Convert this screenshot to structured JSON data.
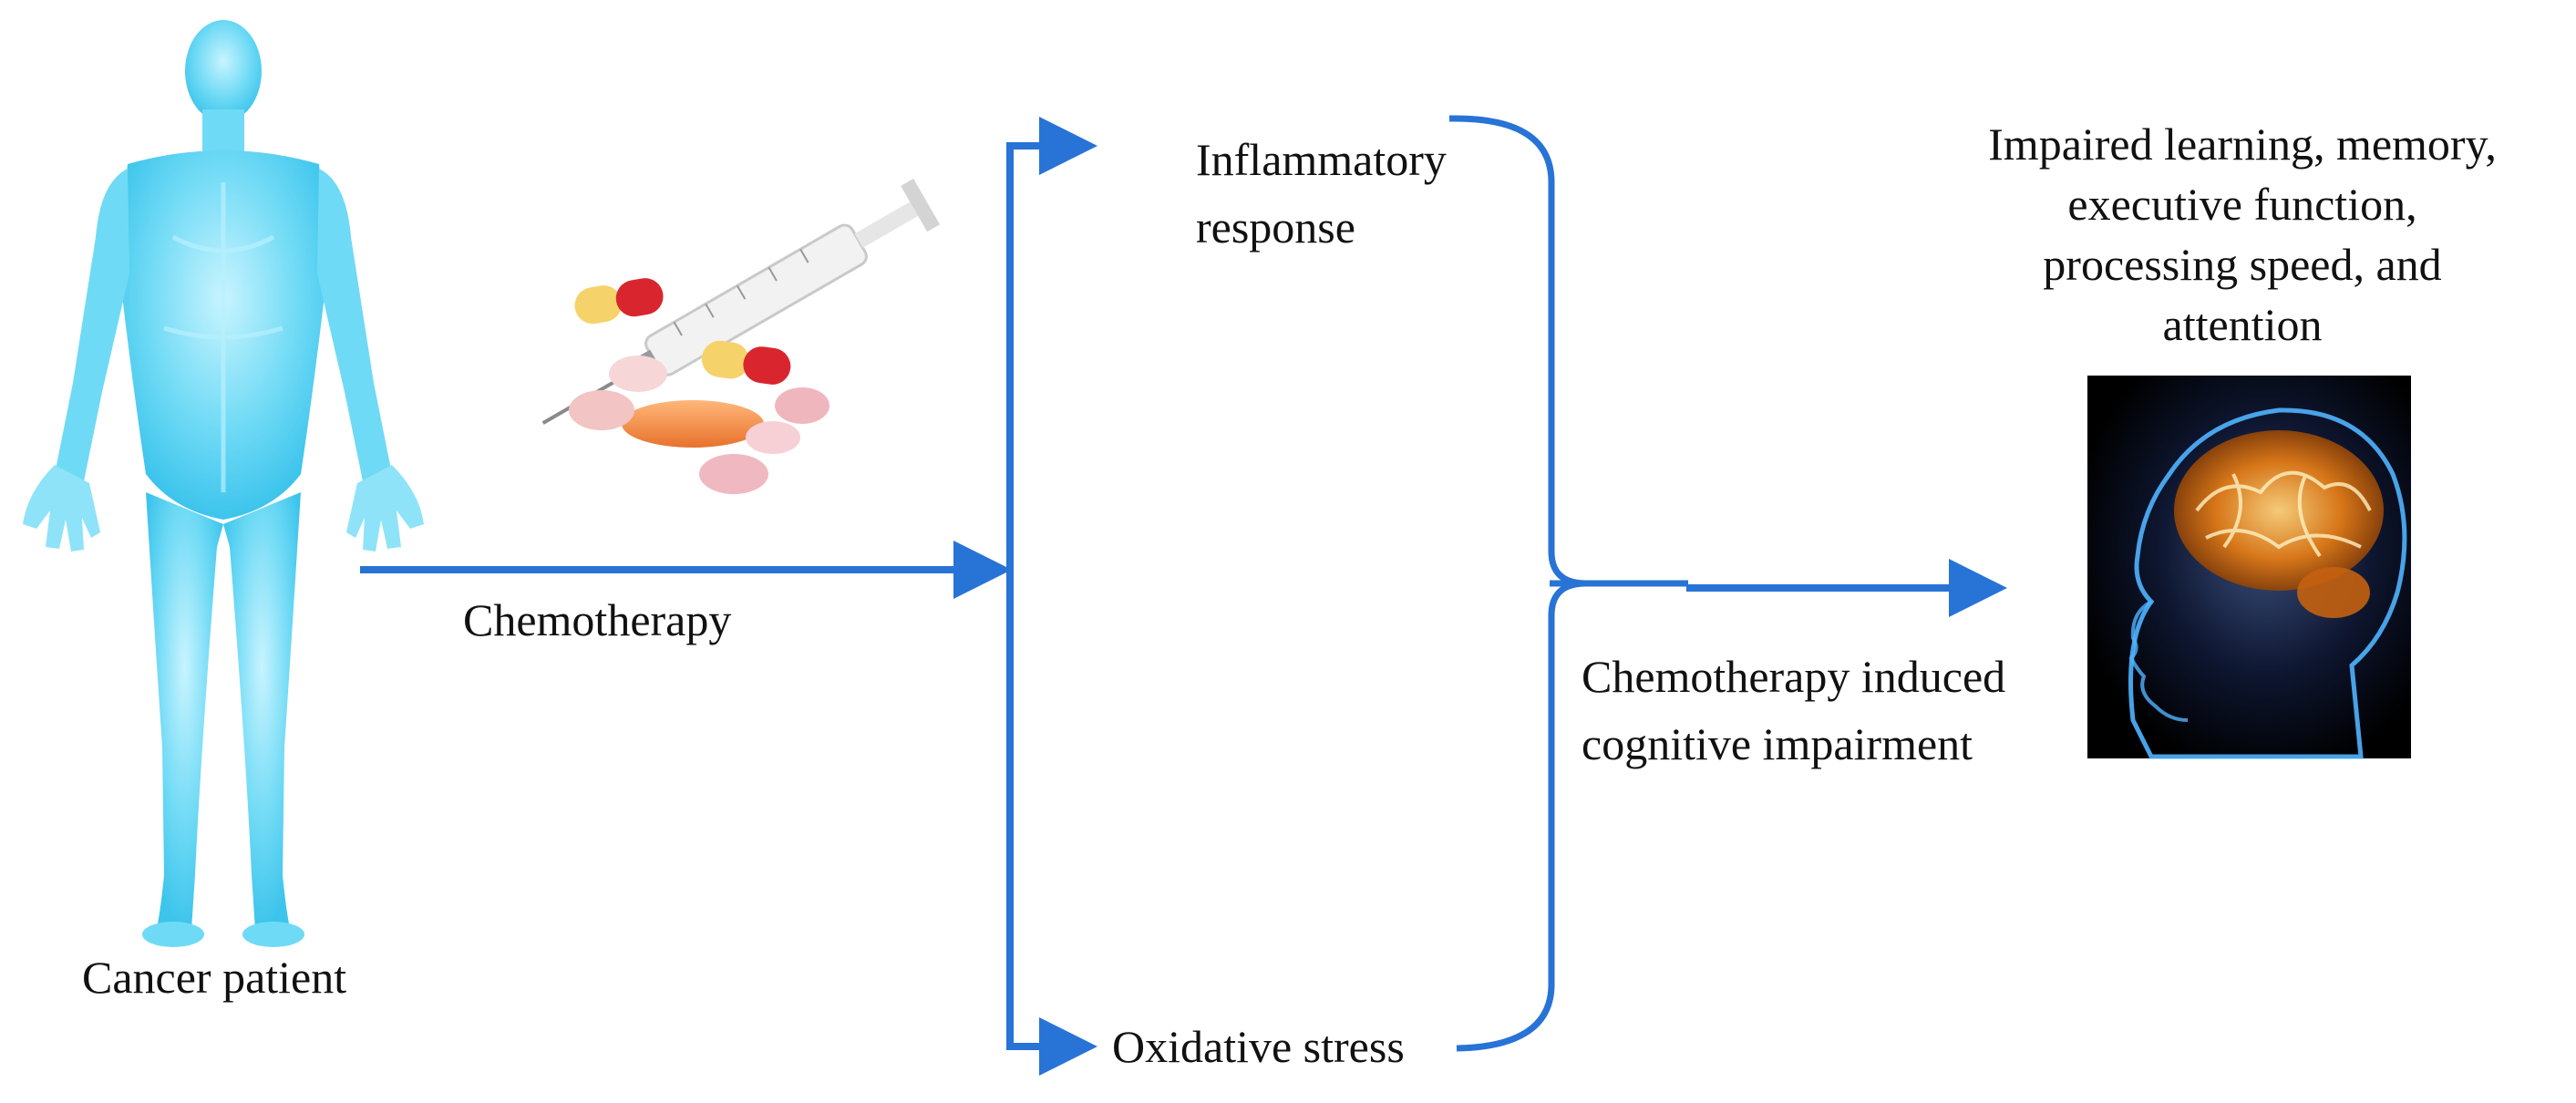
{
  "colors": {
    "arrow": "#2873d6",
    "body": "#5fd6f4",
    "body_edge": "#9ee8fa"
  },
  "nodes": {
    "patient": {
      "label": "Cancer patient",
      "icon": "human-body-icon"
    },
    "chemotherapy": {
      "label": "Chemotherapy",
      "icon": "pills-syringe-icon"
    },
    "inflammatory": {
      "label": "Inflammatory\nresponse"
    },
    "oxidative": {
      "label": "Oxidative stress"
    },
    "cici": {
      "label": "Chemotherapy induced\ncognitive impairment"
    },
    "outcome": {
      "label": "Impaired learning, memory,\nexecutive function,\nprocessing speed, and\nattention",
      "icon": "brain-head-icon"
    }
  },
  "edges": [
    {
      "from": "patient",
      "to": "branch",
      "label": "Chemotherapy"
    },
    {
      "from": "branch",
      "to": "inflammatory"
    },
    {
      "from": "branch",
      "to": "oxidative"
    },
    {
      "from": "inflammatory",
      "to": "outcome"
    },
    {
      "from": "oxidative",
      "to": "outcome"
    }
  ]
}
